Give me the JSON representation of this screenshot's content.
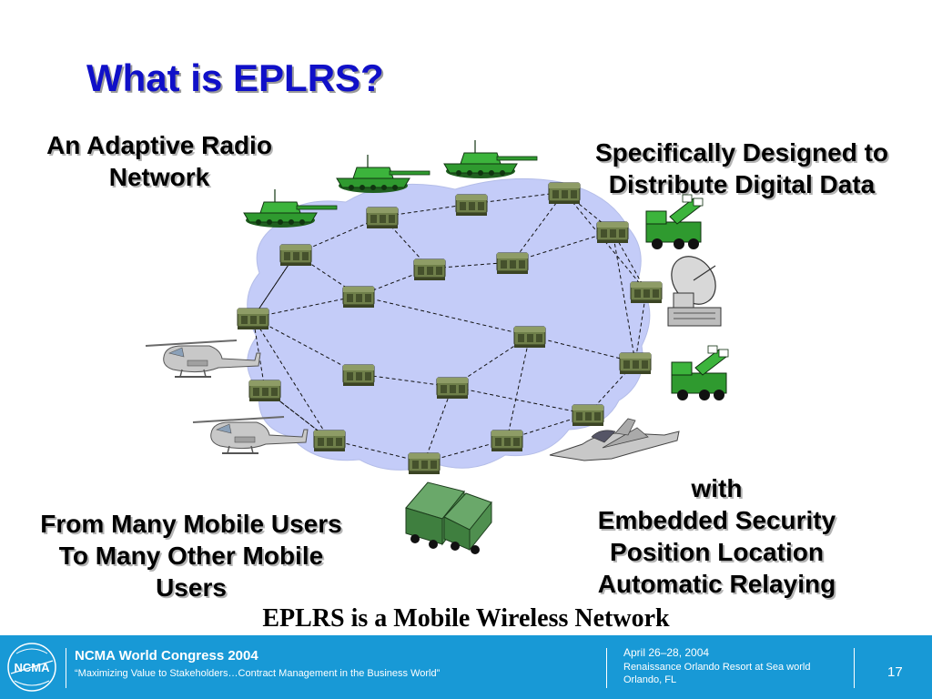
{
  "slide": {
    "title": "What is EPLRS?",
    "callouts": {
      "top_left": [
        "An Adaptive Radio",
        "Network"
      ],
      "top_right": [
        "Specifically Designed to",
        "Distribute Digital Data"
      ],
      "bottom_left": [
        "From Many Mobile Users",
        "To Many Other Mobile",
        "Users"
      ],
      "bottom_right": [
        "with",
        "Embedded Security",
        "Position Location",
        "Automatic Relaying"
      ]
    },
    "subtitle": "EPLRS is a Mobile Wireless Network"
  },
  "diagram": {
    "colors": {
      "cloud": "#c4ccf8",
      "radio_body": "#6f7f4a",
      "radio_dark": "#45512c",
      "vehicle_green": "#2f9a2f",
      "aircraft_gray": "#c8c8c8"
    },
    "icons": [
      "radio-set-icon",
      "tank-icon",
      "helicopter-icon",
      "fighter-jet-icon",
      "satellite-dish-icon",
      "missile-launcher-truck-icon",
      "cargo-truck-icon"
    ]
  },
  "footer": {
    "logo_text": "NCMA",
    "conference": "NCMA World Congress 2004",
    "tagline": "“Maximizing Value to Stakeholders…Contract Management in the Business World”",
    "date": "April 26–28, 2004",
    "venue": "Renaissance Orlando Resort at Sea world",
    "city": "Orlando, FL",
    "page_number": "17",
    "color": "#1899d6"
  }
}
